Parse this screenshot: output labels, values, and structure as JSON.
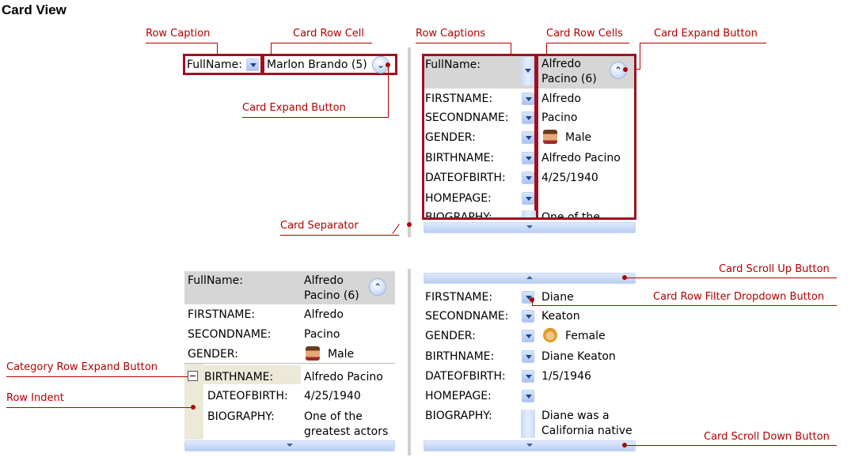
{
  "title": "Card View",
  "callouts": {
    "row_caption": "Row Caption",
    "card_row_cell": "Card Row Cell",
    "row_captions": "Row Captions",
    "card_row_cells": "Card Row Cells",
    "card_expand_button_1": "Card Expand Button",
    "card_expand_button_2": "Card Expand Button",
    "card_separator": "Card Separator",
    "card_scroll_up_button": "Card Scroll Up Button",
    "card_row_filter_dropdown_button": "Card Row Filter Dropdown Button",
    "category_row_expand_button": "Category Row Expand Button",
    "row_indent": "Row Indent",
    "card_scroll_down_button": "Card Scroll Down Button"
  },
  "collapsed_card": {
    "caption": "FullName:",
    "value": "Marlon Brando (5)"
  },
  "card_top_right": {
    "header_caption": "FullName:",
    "header_value_line1": "Alfredo",
    "header_value_line2": "Pacino (6)",
    "rows": [
      {
        "caption": "FIRSTNAME:",
        "value": "Alfredo"
      },
      {
        "caption": "SECONDNAME:",
        "value": "Pacino"
      },
      {
        "caption": "GENDER:",
        "value": "Male"
      },
      {
        "caption": "BIRTHNAME:",
        "value": "Alfredo Pacino"
      },
      {
        "caption": "DATEOFBIRTH:",
        "value": "4/25/1940"
      },
      {
        "caption": "HOMEPAGE:",
        "value": ""
      },
      {
        "caption": "BIOGRAPHY:",
        "value": "One of the"
      }
    ]
  },
  "card_bottom_left": {
    "header_caption": "FullName:",
    "header_value_line1": "Alfredo",
    "header_value_line2": "Pacino (6)",
    "rows": [
      {
        "caption": "FIRSTNAME:",
        "value": "Alfredo"
      },
      {
        "caption": "SECONDNAME:",
        "value": "Pacino"
      },
      {
        "caption": "GENDER:",
        "value": "Male"
      }
    ],
    "category": {
      "caption": "BIRTHNAME:",
      "value": "Alfredo Pacino"
    },
    "children": [
      {
        "caption": "DATEOFBIRTH:",
        "value": "4/25/1940"
      },
      {
        "caption": "BIOGRAPHY:",
        "value_line1": "One of the",
        "value_line2": "greatest actors"
      }
    ]
  },
  "card_bottom_right": {
    "rows": [
      {
        "caption": "FIRSTNAME:",
        "value": "Diane"
      },
      {
        "caption": "SECONDNAME:",
        "value": "Keaton"
      },
      {
        "caption": "GENDER:",
        "value": "Female"
      },
      {
        "caption": "BIRTHNAME:",
        "value": "Diane Keaton"
      },
      {
        "caption": "DATEOFBIRTH:",
        "value": "1/5/1946"
      },
      {
        "caption": "HOMEPAGE:",
        "value": ""
      }
    ],
    "biography": {
      "caption": "BIOGRAPHY:",
      "value_line1": "Diane was a",
      "value_line2": "California native"
    }
  },
  "icons": {
    "expand_up": "double-chevron-up-icon",
    "expand_down": "double-chevron-down-icon",
    "male": "male-avatar-icon",
    "female": "female-avatar-icon"
  }
}
